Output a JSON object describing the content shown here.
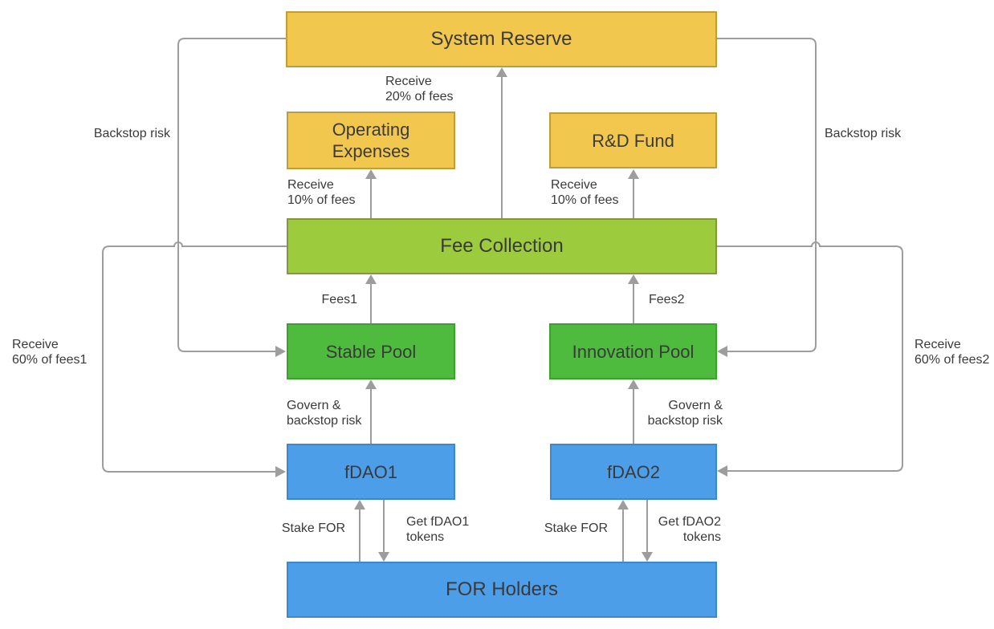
{
  "diagram": {
    "type": "flowchart",
    "background": "#FFFFFF"
  },
  "colors": {
    "gold_fill": "#F2C74E",
    "gold_border": "#BE9D3C",
    "olive_fill": "#9CCB3E",
    "olive_border": "#87963D",
    "green_fill": "#4EBB3F",
    "green_border": "#3DA02F",
    "blue_fill": "#4D9EE9",
    "blue_border": "#3D87CC",
    "line_color": "#9D9D9D",
    "text_color": "#3A3A3A",
    "background": "#FFFFFF"
  },
  "nodes": {
    "system_reserve": {
      "label": "System Reserve",
      "color": "#F2C74E"
    },
    "operating_expenses": {
      "label": "Operating\nExpenses",
      "color": "#F2C74E"
    },
    "rnd_fund": {
      "label": "R&D Fund",
      "color": "#F2C74E"
    },
    "fee_collection": {
      "label": "Fee Collection",
      "color": "#9CCB3E"
    },
    "stable_pool": {
      "label": "Stable Pool",
      "color": "#4EBB3F"
    },
    "innovation_pool": {
      "label": "Innovation Pool",
      "color": "#4EBB3F"
    },
    "fdao1": {
      "label": "fDAO1",
      "color": "#4D9EE9"
    },
    "fdao2": {
      "label": "fDAO2",
      "color": "#4D9EE9"
    },
    "for_holders": {
      "label": "FOR Holders",
      "color": "#4D9EE9"
    }
  },
  "edges": {
    "fee_to_reserve": {
      "from": "Fee Collection",
      "to": "System Reserve",
      "label": "Receive\n20% of fees"
    },
    "fee_to_opex": {
      "from": "Fee Collection",
      "to": "Operating Expenses",
      "label": "Receive\n10% of fees"
    },
    "fee_to_rnd": {
      "from": "Fee Collection",
      "to": "R&D Fund",
      "label": "Receive\n10% of fees"
    },
    "stable_to_fee": {
      "from": "Stable Pool",
      "to": "Fee Collection",
      "label": "Fees1"
    },
    "innovation_to_fee": {
      "from": "Innovation Pool",
      "to": "Fee Collection",
      "label": "Fees2"
    },
    "fdao1_to_stable": {
      "from": "fDAO1",
      "to": "Stable Pool",
      "label": "Govern &\nbackstop risk"
    },
    "fdao2_to_innovation": {
      "from": "fDAO2",
      "to": "Innovation Pool",
      "label": "Govern &\nbackstop risk"
    },
    "holders_to_fdao1": {
      "from": "FOR Holders",
      "to": "fDAO1",
      "label": "Stake FOR"
    },
    "fdao1_to_holders": {
      "from": "fDAO1",
      "to": "FOR Holders",
      "label": "Get fDAO1\ntokens"
    },
    "holders_to_fdao2": {
      "from": "FOR Holders",
      "to": "fDAO2",
      "label": "Stake FOR"
    },
    "fdao2_to_holders": {
      "from": "fDAO2",
      "to": "FOR Holders",
      "label": "Get fDAO2\ntokens"
    },
    "reserve_to_stable": {
      "from": "System Reserve",
      "to": "Stable Pool",
      "label": "Backstop risk"
    },
    "reserve_to_innovation": {
      "from": "System Reserve",
      "to": "Innovation Pool",
      "label": "Backstop risk"
    },
    "fee_to_fdao1": {
      "from": "Fee Collection",
      "to": "fDAO1",
      "label": "Receive\n60% of fees1"
    },
    "fee_to_fdao2": {
      "from": "Fee Collection",
      "to": "fDAO2",
      "label": "Receive\n60% of fees2"
    }
  }
}
